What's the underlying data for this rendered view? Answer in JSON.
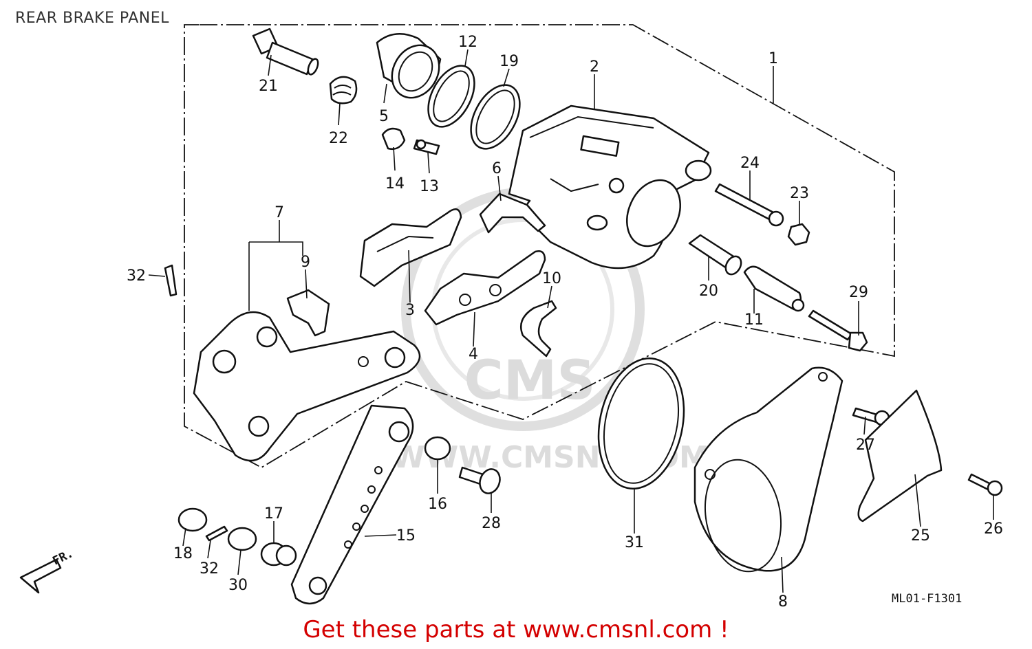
{
  "title": "REAR BRAKE PANEL",
  "drawing_code": "ML01-F1301",
  "front_indicator": "FR.",
  "watermark": {
    "logo": "CMS",
    "url": "WWW.CMSNL.COM"
  },
  "promo": "Get these parts at www.cmsnl.com !",
  "promo_color": "#d40000",
  "callouts": {
    "c1": "1",
    "c2": "2",
    "c3": "3",
    "c4": "4",
    "c5": "5",
    "c6": "6",
    "c7": "7",
    "c8": "8",
    "c9": "9",
    "c10": "10",
    "c11": "11",
    "c12": "12",
    "c13": "13",
    "c14": "14",
    "c15": "15",
    "c16": "16",
    "c17": "17",
    "c18": "18",
    "c19": "19",
    "c20": "20",
    "c21": "21",
    "c22": "22",
    "c23": "23",
    "c24": "24",
    "c25": "25",
    "c26": "26",
    "c27": "27",
    "c28": "28",
    "c29": "29",
    "c30": "30",
    "c31": "31",
    "c32a": "32",
    "c32b": "32"
  }
}
